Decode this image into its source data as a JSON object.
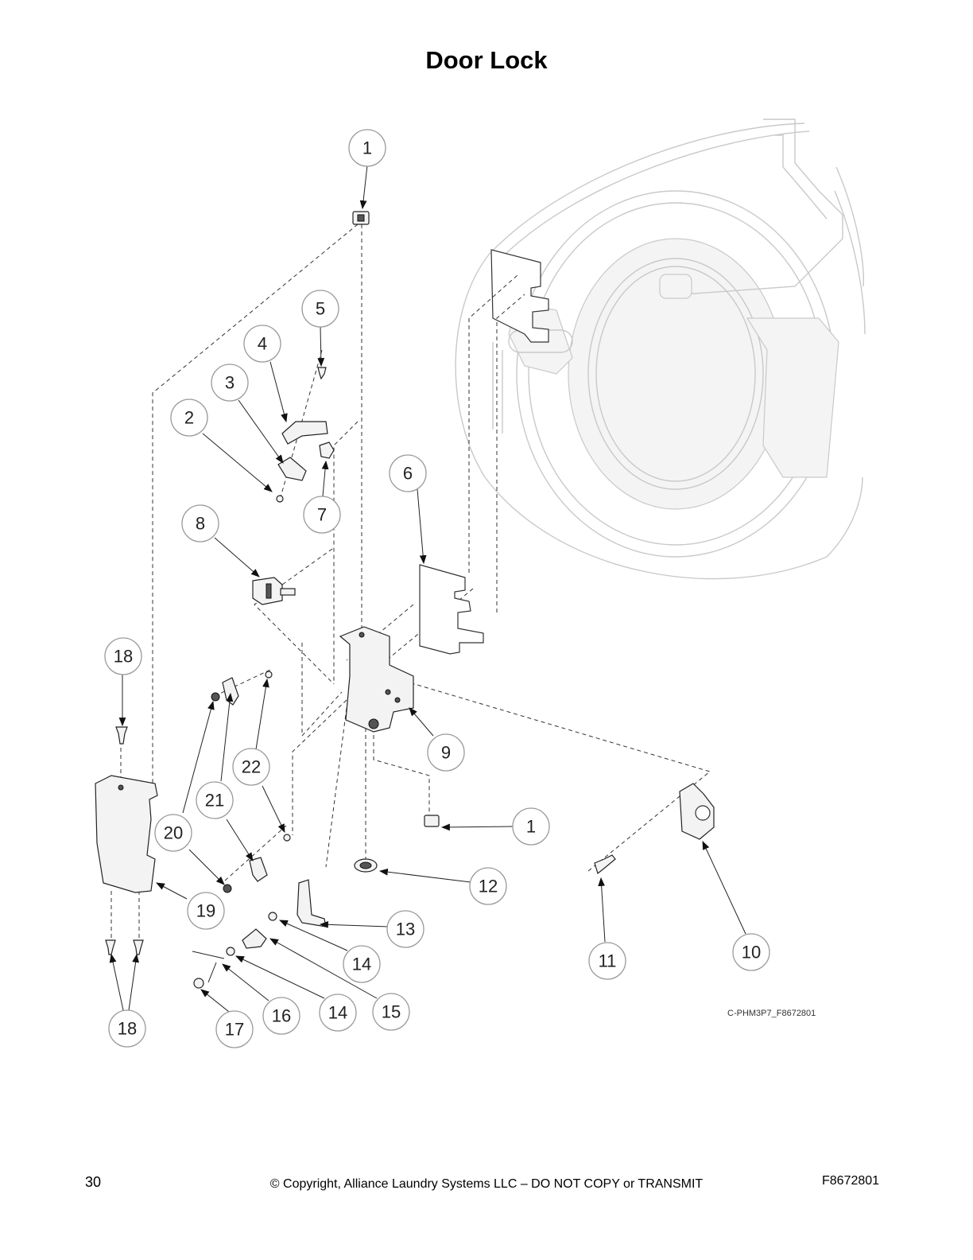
{
  "page": {
    "title": "Door Lock",
    "drawing_id": "C-PHM3P7_F8672801",
    "page_number": "30",
    "copyright": "© Copyright, Alliance Laundry Systems LLC – DO NOT COPY or TRANSMIT",
    "doc_number": "F8672801"
  },
  "callouts": [
    "1",
    "2",
    "3",
    "4",
    "5",
    "6",
    "7",
    "8",
    "9",
    "1",
    "12",
    "13",
    "14",
    "14",
    "15",
    "16",
    "17",
    "18",
    "18",
    "19",
    "20",
    "21",
    "22",
    "11",
    "10"
  ]
}
